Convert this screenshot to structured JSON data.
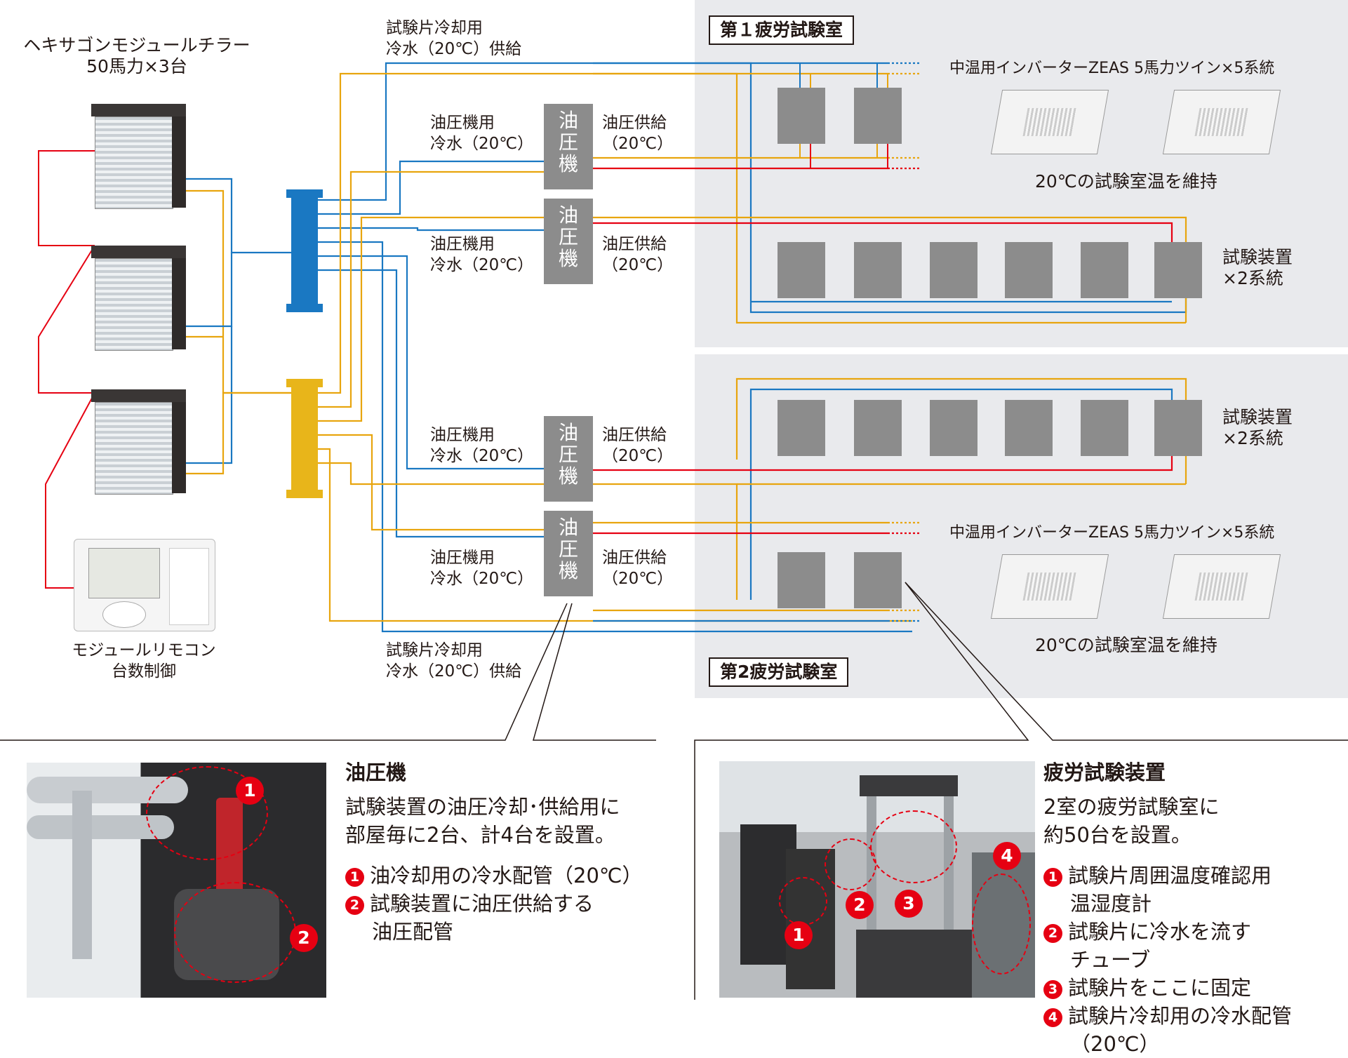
{
  "chiller": {
    "title_line1": "ヘキサゴンモジュールチラー",
    "title_line2": "50馬力×3台"
  },
  "remote": {
    "label_line1": "モジュールリモコン",
    "label_line2": "台数制御"
  },
  "specimen_supply": {
    "line1": "試験片冷却用",
    "line2": "冷水（20℃）供給"
  },
  "hydraulic_unit": {
    "chars": [
      "油",
      "圧",
      "機"
    ]
  },
  "hyd_cooling": {
    "line1": "油圧機用",
    "line2": "冷水（20℃）"
  },
  "hyd_supply": {
    "line1": "油圧供給",
    "line2": "（20℃）"
  },
  "room1": {
    "title": "第１疲労試験室",
    "ac_label": "中温用インバーターZEAS 5馬力ツイン×5系統",
    "temp_label": "20℃の試験室温を維持",
    "devices_line1": "試験装置",
    "devices_line2": "×2系統"
  },
  "room2": {
    "title": "第2疲労試験室",
    "ac_label": "中温用インバーターZEAS 5馬力ツイン×5系統",
    "temp_label": "20℃の試験室温を維持",
    "devices_line1": "試験装置",
    "devices_line2": "×2系統"
  },
  "panel_hydraulic": {
    "title": "油圧機",
    "desc_line1": "試験装置の油圧冷却･供給用に",
    "desc_line2": "部屋毎に2台、計4台を設置。",
    "items": [
      {
        "num": "1",
        "line1": "油冷却用の冷水配管（20℃）",
        "line2": ""
      },
      {
        "num": "2",
        "line1": "試験装置に油圧供給する",
        "line2": "油圧配管"
      }
    ]
  },
  "panel_fatigue": {
    "title": "疲労試験装置",
    "desc_line1": "2室の疲労試験室に",
    "desc_line2": "約50台を設置。",
    "items": [
      {
        "num": "1",
        "line1": "試験片周囲温度確認用",
        "line2": "温湿度計"
      },
      {
        "num": "2",
        "line1": "試験片に冷水を流す",
        "line2": "チューブ"
      },
      {
        "num": "3",
        "line1": "試験片をここに固定",
        "line2": ""
      },
      {
        "num": "4",
        "line1": "試験片冷却用の冷水配管",
        "line2": "（20℃）"
      }
    ]
  },
  "pipe_colors": {
    "cold_water": "#1a78c2",
    "return_water": "#e8a50e",
    "oil": "#e60012"
  }
}
